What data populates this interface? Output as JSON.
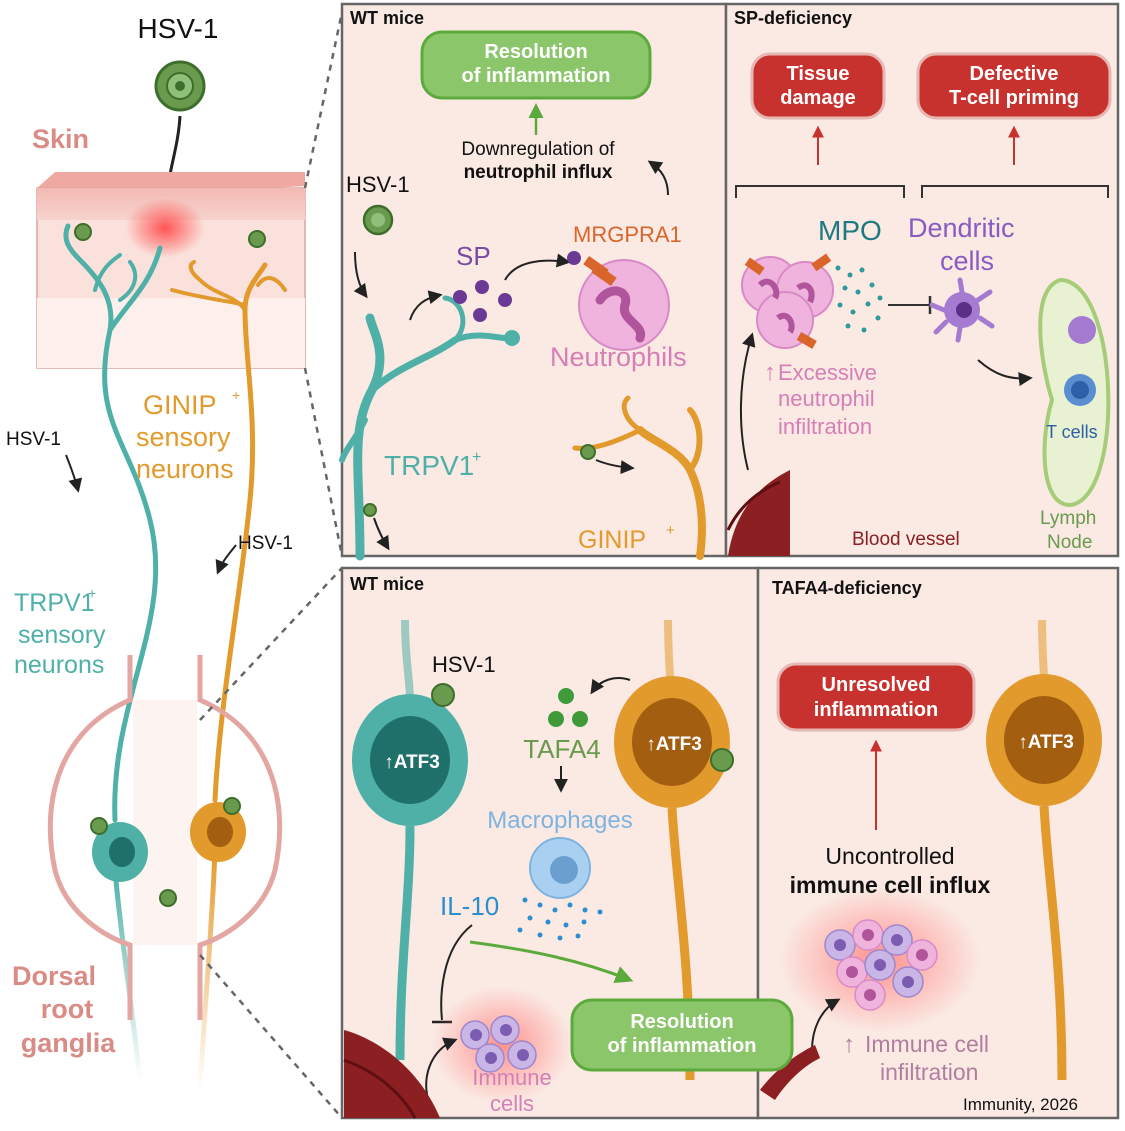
{
  "left": {
    "virus_title": "HSV-1",
    "skin": "Skin",
    "hsv_left": "HSV-1",
    "hsv_mid": "HSV-1",
    "ginip_1": "GINIP",
    "ginip_2": "sensory",
    "ginip_3": "neurons",
    "trpv_1": "TRPV1",
    "trpv_2": "sensory",
    "trpv_3": "neurons",
    "drg_1": "Dorsal",
    "drg_2": "root",
    "drg_3": "ganglia",
    "plus": "+"
  },
  "panel_a": {
    "title": "WT mice",
    "resolution_1": "Resolution",
    "resolution_2": "of inflammation",
    "down_1": "Downregulation of",
    "down_2": "neutrophil influx",
    "hsv": "HSV-1",
    "sp": "SP",
    "mrgpra1": "MRGPRA1",
    "neutrophils": "Neutrophils",
    "trpv1": "TRPV1",
    "ginip": "GINIP",
    "plus": "+"
  },
  "panel_b": {
    "title": "SP-deficiency",
    "tissue_1": "Tissue",
    "tissue_2": "damage",
    "defective_1": "Defective",
    "defective_2": "T-cell priming",
    "mpo": "MPO",
    "dendritic_1": "Dendritic",
    "dendritic_2": "cells",
    "excessive_1": "Excessive",
    "excessive_2": "neutrophil",
    "excessive_3": "infiltration",
    "tcells": "T cells",
    "blood_vessel": "Blood vessel",
    "lymph_1": "Lymph",
    "lymph_2": "Node"
  },
  "panel_c": {
    "title": "WT mice",
    "hsv": "HSV-1",
    "atf3_left": "ATF3",
    "atf3_right": "ATF3",
    "tafa4": "TAFA4",
    "macrophages": "Macrophages",
    "il10": "IL-10",
    "immune_1": "Immune",
    "immune_2": "cells",
    "resolution_1": "Resolution",
    "resolution_2": "of inflammation"
  },
  "panel_d": {
    "title": "TAFA4-deficiency",
    "unresolved_1": "Unresolved",
    "unresolved_2": "inflammation",
    "atf3": "ATF3",
    "uncontrolled_1": "Uncontrolled",
    "uncontrolled_2": "immune cell influx",
    "infiltration_1": "Immune cell",
    "infiltration_2": "infiltration"
  },
  "citation": "Immunity, 2026",
  "colors": {
    "panel_bg": "#fbe9e3",
    "teal": "#4fb0a8",
    "orange": "#e39a2c",
    "red_box": "#c8322e",
    "green_box": "#8cc66b",
    "purple": "#7a4aa0",
    "pink_text": "#d67fb6",
    "skin_text": "#d98b86"
  }
}
